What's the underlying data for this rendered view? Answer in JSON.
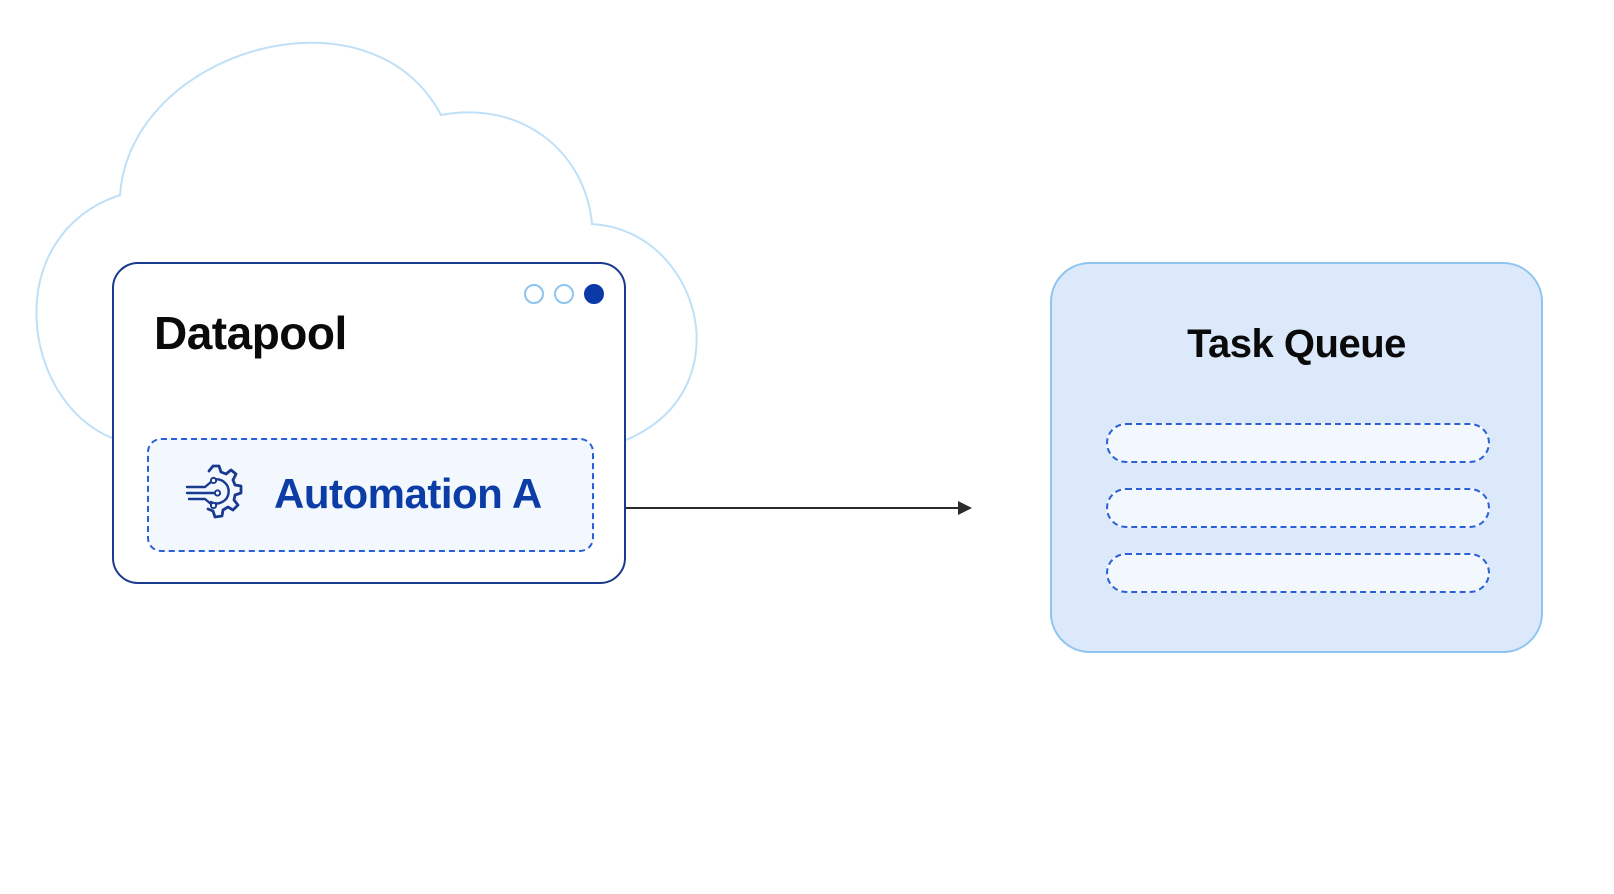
{
  "diagram": {
    "datapool": {
      "title": "Datapool",
      "window_controls": [
        "dot-outline",
        "dot-outline",
        "dot-filled"
      ],
      "automation": {
        "label": "Automation A",
        "icon": "gear-circuit-icon"
      }
    },
    "connector": {
      "from": "Datapool",
      "to": "Task Queue",
      "style": "arrow"
    },
    "task_queue": {
      "title": "Task Queue",
      "slots": [
        "",
        "",
        ""
      ]
    },
    "colors": {
      "cloud_outline": "#bfe0f7",
      "window_border": "#1a3a8f",
      "accent_blue": "#0c3ca6",
      "dashed_blue": "#2a5fd8",
      "panel_fill": "#dbe9fb",
      "panel_border": "#8ec4f0",
      "slot_fill": "#f3f8fe",
      "arrow": "#2b2b2b"
    }
  }
}
